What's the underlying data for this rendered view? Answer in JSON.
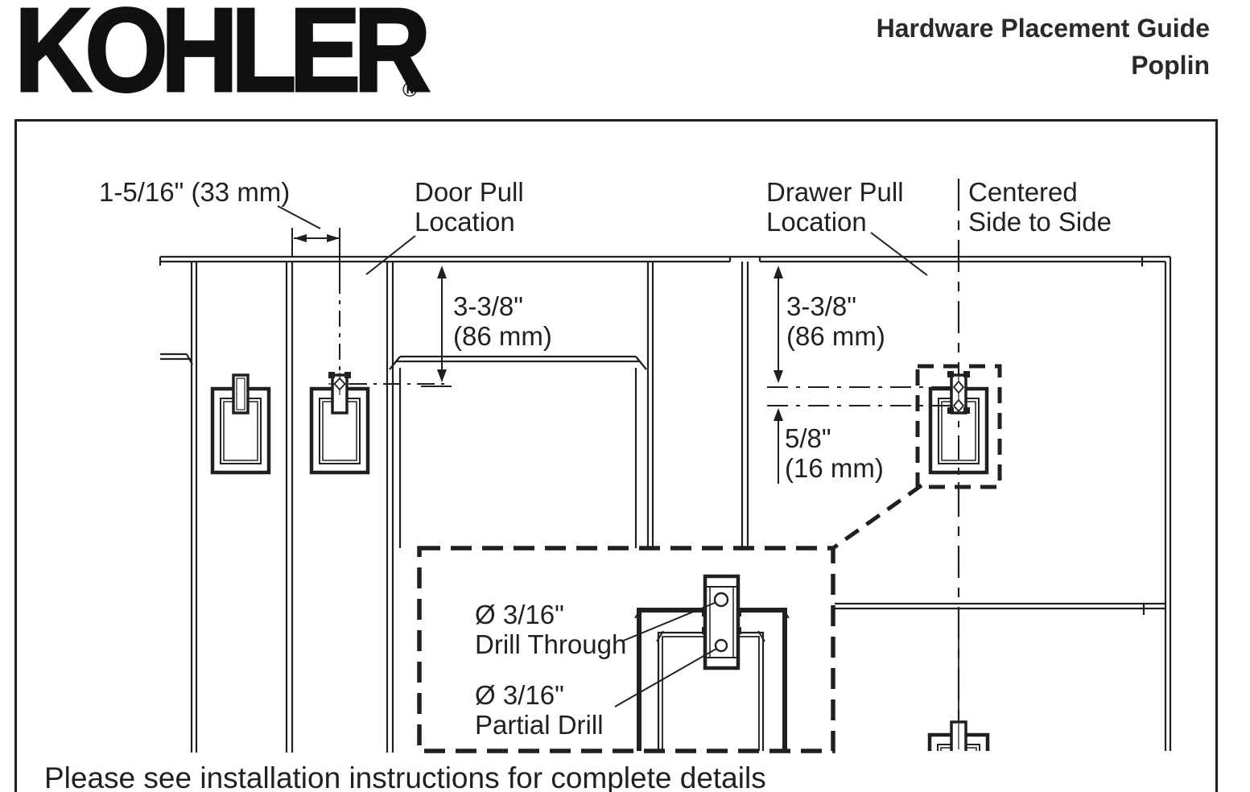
{
  "header": {
    "logo_text": "KOHLER",
    "registered_mark": "®",
    "title": "Hardware Placement Guide",
    "product_name": "Poplin"
  },
  "colors": {
    "line": "#231f20",
    "text": "#231f20",
    "background": "#ffffff"
  },
  "diagram": {
    "labels": {
      "edge_offset": "1-5/16\" (33 mm)",
      "door_pull_location": {
        "line1": "Door Pull",
        "line2": "Location"
      },
      "drawer_pull_location": {
        "line1": "Drawer Pull",
        "line2": "Location"
      },
      "centered_side_to_side": {
        "line1": "Centered",
        "line2": "Side to Side"
      },
      "door_pull_height": {
        "line1": "3-3/8\"",
        "line2": "(86 mm)"
      },
      "drawer_pull_height": {
        "line1": "3-3/8\"",
        "line2": "(86 mm)"
      },
      "hole_spacing": {
        "line1": "5/8\"",
        "line2": "(16 mm)"
      },
      "drill_through": {
        "line1": "Ø 3/16\"",
        "line2": "Drill Through"
      },
      "partial_drill": {
        "line1": "Ø 3/16\"",
        "line2": "Partial Drill"
      }
    },
    "footnote": "Please see installation instructions for complete details"
  }
}
